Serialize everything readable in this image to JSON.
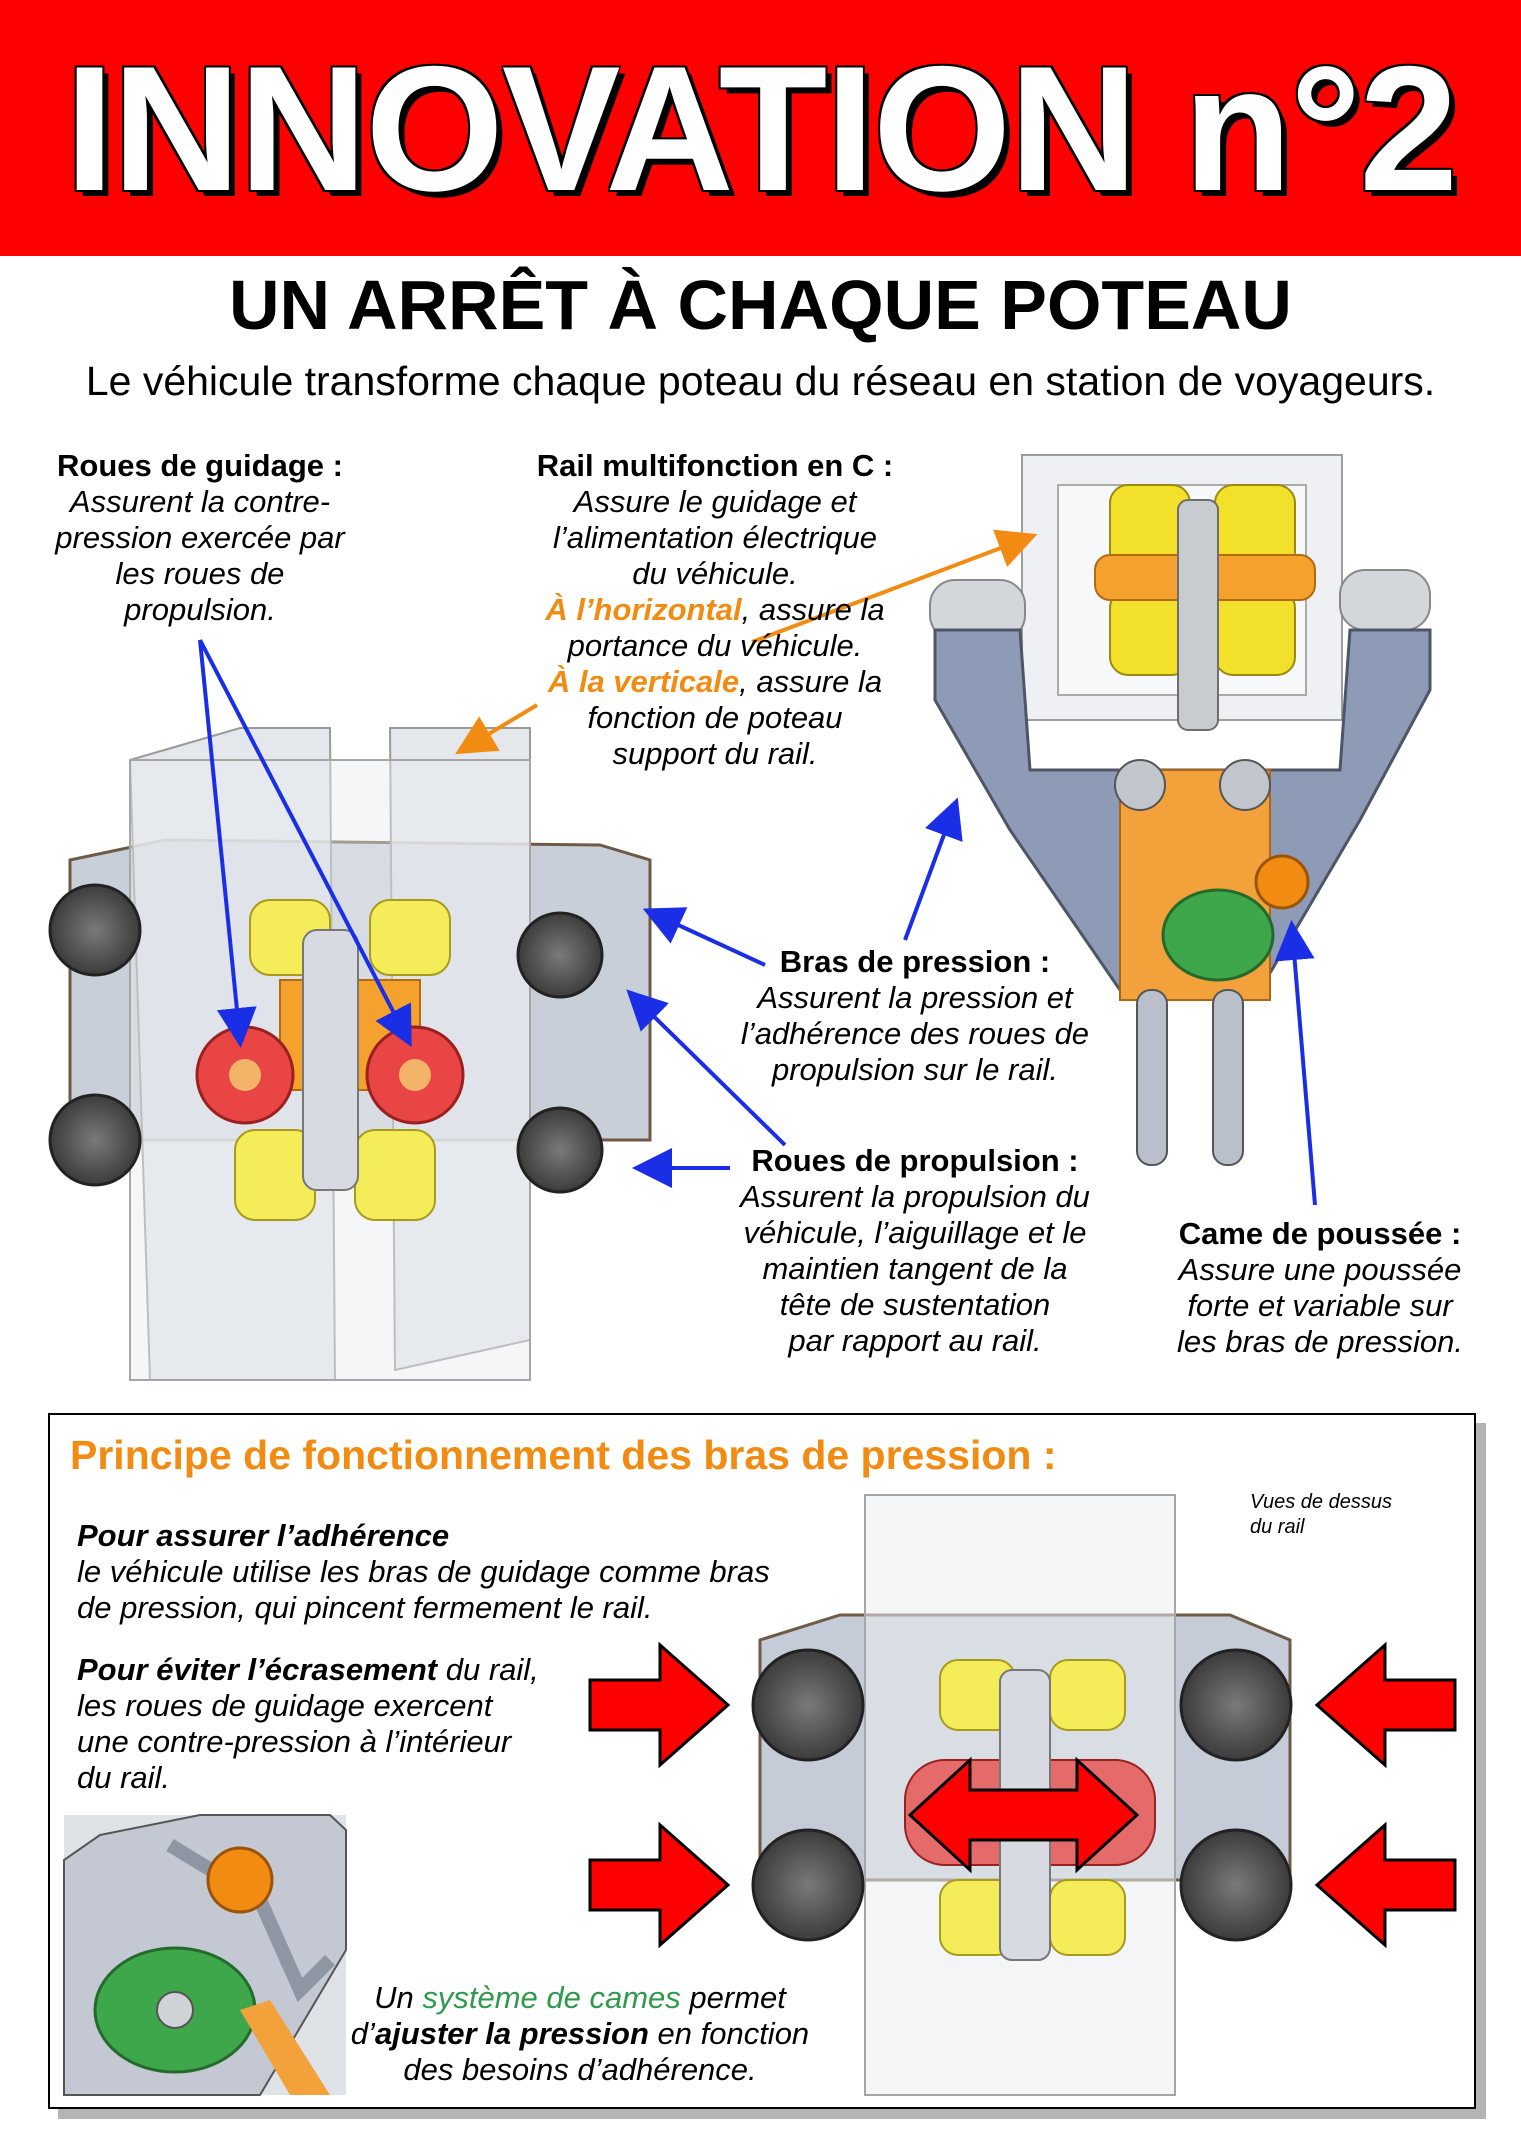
{
  "banner": {
    "title": "INNOVATION n°2",
    "bg_color": "#ff0000"
  },
  "subtitle": "UN ARRÊT À CHAQUE POTEAU",
  "tagline": "Le véhicule transforme chaque poteau du réseau en station de voyageurs.",
  "callouts": {
    "guidage": {
      "heading": "Roues de guidage :",
      "lines": [
        "Assurent la contre-",
        "pression exercée par",
        "les roues de",
        "propulsion."
      ]
    },
    "rail": {
      "heading": "Rail multifonction en C :",
      "lines": [
        "Assure le guidage et",
        "l’alimentation électrique",
        "du véhicule."
      ],
      "horizontal_em": "À l’horizontal",
      "horizontal_rest": ", assure la",
      "horizontal_line2": "portance du véhicule.",
      "vertical_em": "À la verticale",
      "vertical_rest": ", assure la",
      "vertical_line2": "fonction de poteau",
      "vertical_line3": "support du rail."
    },
    "bras": {
      "heading": "Bras de pression :",
      "lines": [
        "Assurent la pression et",
        "l’adhérence des roues de",
        "propulsion sur le rail."
      ]
    },
    "propulsion": {
      "heading": "Roues de propulsion :",
      "lines": [
        "Assurent la propulsion du",
        "véhicule, l’aiguillage et le",
        "maintien tangent de la",
        "tête de sustentation",
        "par rapport au rail."
      ]
    },
    "came": {
      "heading": "Came de poussée :",
      "lines": [
        "Assure une poussée",
        "forte et variable sur",
        "les bras de pression."
      ]
    }
  },
  "principle": {
    "title": "Principe de fonctionnement des bras de pression :",
    "top_view_label": [
      "Vues de dessus",
      "du rail"
    ],
    "adherence": {
      "heading": "Pour assurer l’adhérence",
      "lines": [
        "le véhicule utilise les bras de guidage comme bras",
        "de pression, qui pincent fermement le rail."
      ]
    },
    "ecrasement": {
      "heading": "Pour éviter l’écrasement",
      "heading_rest": " du rail,",
      "lines": [
        "les roues de guidage exercent",
        "une contre-pression à l’intérieur",
        "du rail."
      ]
    },
    "cams": {
      "part1": "Un ",
      "green": "système de cames",
      "part2": " permet",
      "part3": "d’",
      "bold": "ajuster la pression",
      "part4": " en fonction",
      "line3": "des besoins d’adhérence."
    }
  },
  "colors": {
    "accent_orange": "#f28b12",
    "arrow_blue": "#1a2ee6",
    "arrow_red": "#ff0000",
    "cam_green": "#2e9a4a"
  },
  "icons": [
    "arrow-icon",
    "guide-wheel-icon",
    "propulsion-wheel-icon",
    "cam-icon"
  ]
}
